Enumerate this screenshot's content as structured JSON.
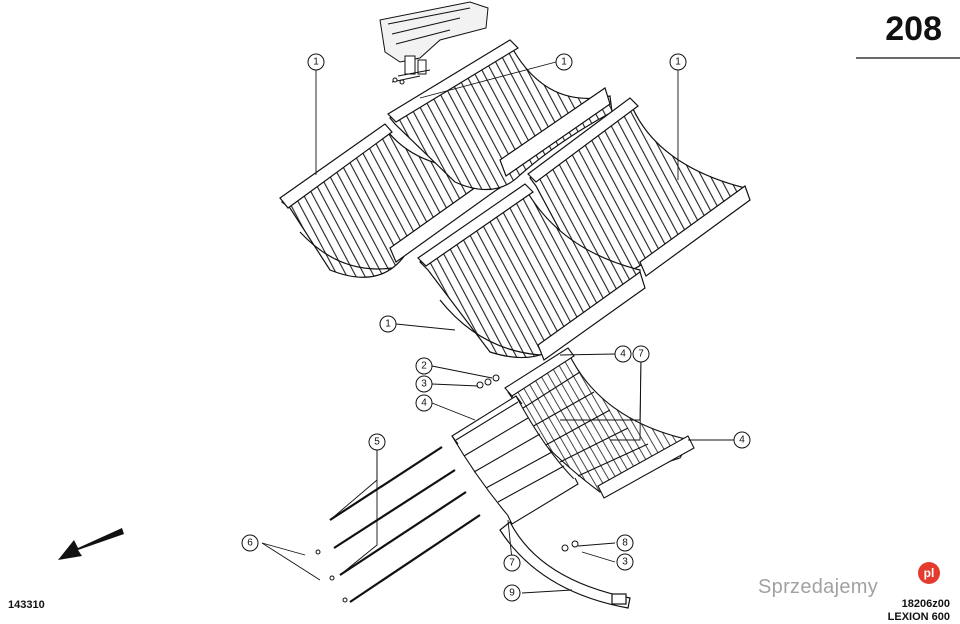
{
  "page_number": "208",
  "drawing_code_left": "143310",
  "drawing_code_right": "18206z00",
  "model_label": "LEXION 600",
  "watermark_text": "Sprzedajemy",
  "watermark_badge": "pl",
  "callouts": [
    {
      "id": "c1a",
      "label": "1"
    },
    {
      "id": "c1b",
      "label": "1"
    },
    {
      "id": "c1c",
      "label": "1"
    },
    {
      "id": "c1d",
      "label": "1"
    },
    {
      "id": "c2",
      "label": "2"
    },
    {
      "id": "c3a",
      "label": "3"
    },
    {
      "id": "c4a",
      "label": "4"
    },
    {
      "id": "c4b",
      "label": "4"
    },
    {
      "id": "c7a",
      "label": "7"
    },
    {
      "id": "c4c",
      "label": "4"
    },
    {
      "id": "c5",
      "label": "5"
    },
    {
      "id": "c6",
      "label": "6"
    },
    {
      "id": "c7b",
      "label": "7"
    },
    {
      "id": "c8",
      "label": "8"
    },
    {
      "id": "c3b",
      "label": "3"
    },
    {
      "id": "c9",
      "label": "9"
    }
  ],
  "colors": {
    "line": "#111111",
    "watermark": "#8a8a8a",
    "badge": "#e43b2f"
  }
}
